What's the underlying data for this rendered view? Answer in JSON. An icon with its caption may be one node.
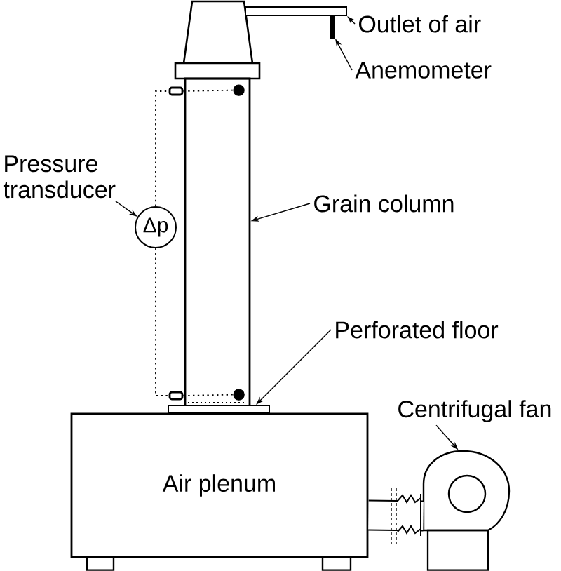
{
  "diagram": {
    "nodes": [
      {
        "text": [
          "Outlet of air"
        ]
      },
      {
        "text": [],
        "shape": "bar"
      },
      {
        "text": [
          "Anemometer"
        ]
      },
      {
        "text": [],
        "shape": "bar"
      },
      {
        "text": [],
        "shape": "box"
      },
      {
        "text": [],
        "shape": "box"
      },
      {
        "text": [],
        "shape": "circle",
        "in": 4
      },
      {
        "text": [
          "Pressure transducer"
        ]
      },
      {
        "text": [
          "Δp"
        ]
      },
      {
        "text": [
          "Grain column"
        ]
      },
      {
        "text": [
          "Perforated floor"
        ]
      },
      {
        "text": [],
        "shape": "box"
      },
      {
        "text": [],
        "shape": "circle",
        "in": 4
      },
      {
        "text": [],
        "shape": "bar"
      },
      {
        "text": [
          "Centrifugal fan"
        ]
      },
      {
        "text": [],
        "shape": "picture"
      },
      {
        "text": [
          "Air plenum"
        ]
      }
    ],
    "edges": [
      {
        "from": 0,
        "to": 1,
        "arrow": "to"
      },
      {
        "from": 2,
        "to": 3,
        "arrow": "to"
      },
      {
        "from": 7,
        "to": 8,
        "arrow": "to"
      },
      {
        "from": 9,
        "to": 4,
        "arrow": "to"
      },
      {
        "from": 10,
        "to": 13,
        "arrow": "to"
      },
      {
        "from": 14,
        "to": 15,
        "arrow": "to"
      },
      {
        "from": 8,
        "to": 5,
        "arrow": "none",
        "style": "dashed"
      },
      {
        "from": 8,
        "to": 11,
        "arrow": "none",
        "style": "dashed"
      },
      {
        "from": 5,
        "to": 6,
        "arrow": "none",
        "style": "dashed"
      },
      {
        "from": 11,
        "to": 12,
        "arrow": "none",
        "style": "dashed"
      },
      {
        "from": 15,
        "to": 16,
        "arrow": "none",
        "style": "thick"
      }
    ]
  }
}
